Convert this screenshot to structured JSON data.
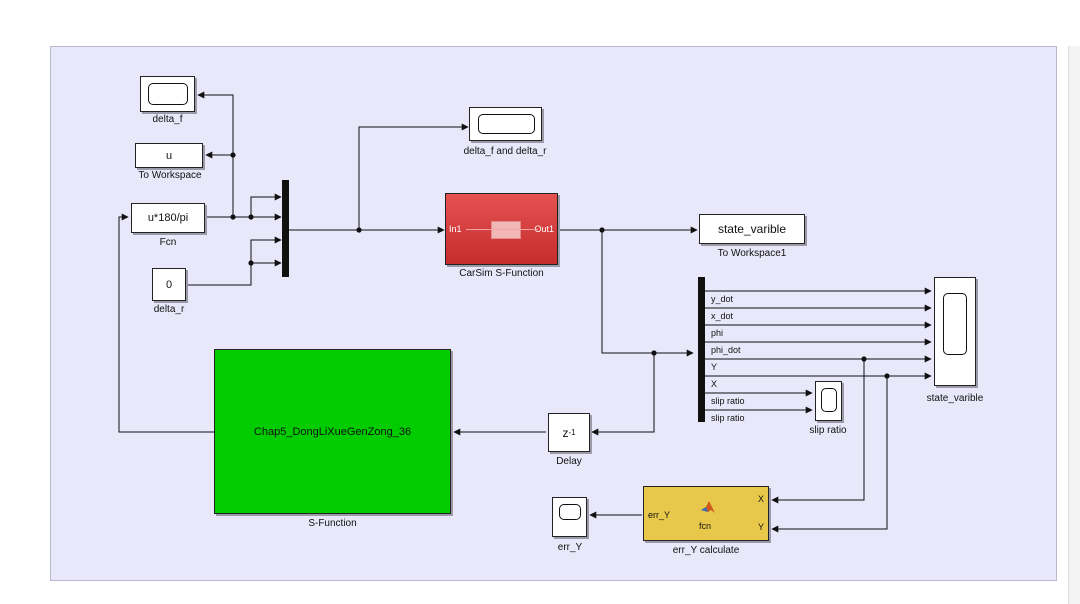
{
  "blocks": {
    "delta_f_scope": "delta_f",
    "u_workspace_value": "u",
    "u_workspace_label": "To Workspace",
    "fcn_expr": "u*180/pi",
    "fcn_label": "Fcn",
    "delta_r_value": "0",
    "delta_r_label": "delta_r",
    "dfdr_scope_label": "delta_f and delta_r",
    "carsim_in": "In1",
    "carsim_out": "Out1",
    "carsim_label": "CarSim S-Function",
    "state_ws_value": "state_varible",
    "state_ws_label": "To Workspace1",
    "state_scope_label": "state_varible",
    "slip_scope_label": "slip ratio",
    "sfunc_name": "Chap5_DongLiXueGenZong_36",
    "sfunc_label": "S-Function",
    "delay_base": "z",
    "delay_exp": "-1",
    "delay_label": "Delay",
    "err_scope_label": "err_Y",
    "errcalc_in": "err_Y",
    "errcalc_fcn": "fcn",
    "errcalc_x": "X",
    "errcalc_y": "Y",
    "errcalc_label": "err_Y calculate"
  },
  "signals": [
    "y_dot",
    "x_dot",
    "phi",
    "phi_dot",
    "Y",
    "X",
    "slip ratio",
    "slip ratio"
  ],
  "colors": {
    "canvas": "#e8e8fa",
    "carsim": "#d23a3a",
    "sfunction": "#00cc00",
    "errcalc": "#e8c84a"
  }
}
